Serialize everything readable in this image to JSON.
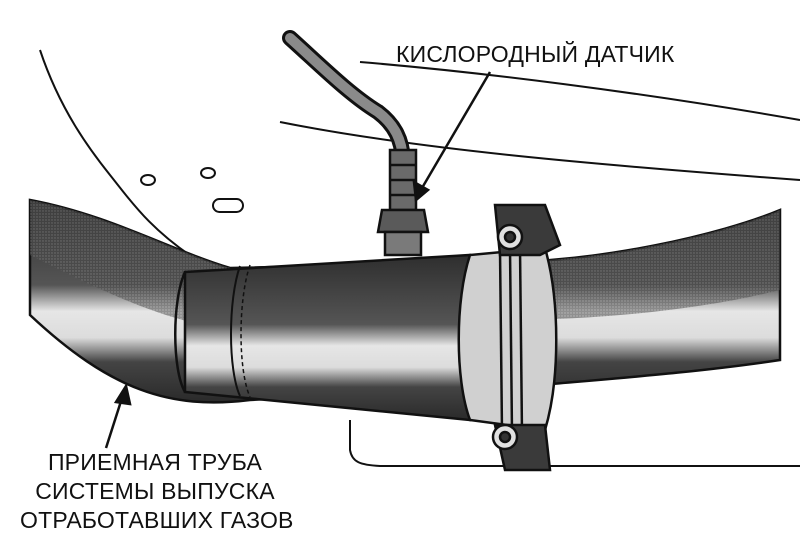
{
  "labels": {
    "oxygen_sensor": "КИСЛОРОДНЫЙ ДАТЧИК",
    "exhaust_pipe_lines": [
      "ПРИЕМНАЯ ТРУБА",
      "СИСТЕМЫ ВЫПУСКА",
      "ОТРАБОТАВШИХ ГАЗОВ"
    ]
  },
  "colors": {
    "ink": "#111111",
    "pipe_dark": "#3a3a3a",
    "pipe_light": "#d9d9d9",
    "background": "#ffffff"
  }
}
